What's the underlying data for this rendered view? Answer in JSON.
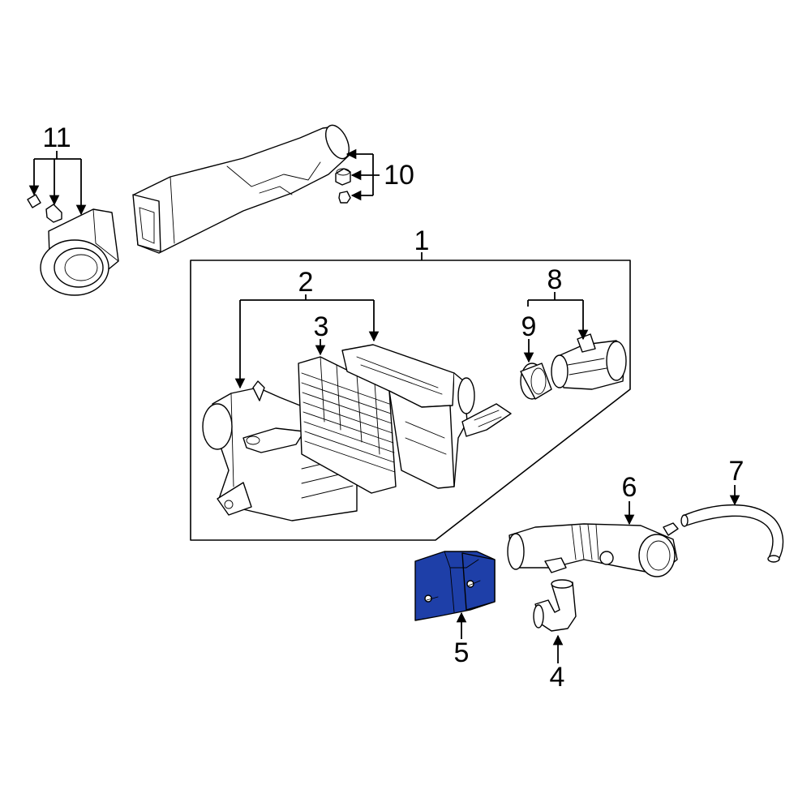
{
  "labels": {
    "n1": "1",
    "n2": "2",
    "n3": "3",
    "n4": "4",
    "n5": "5",
    "n6": "6",
    "n7": "7",
    "n8": "8",
    "n9": "9",
    "n10": "10",
    "n11": "11"
  },
  "colors": {
    "highlight": "#1e3fa8",
    "line": "#000000",
    "background": "#ffffff"
  }
}
